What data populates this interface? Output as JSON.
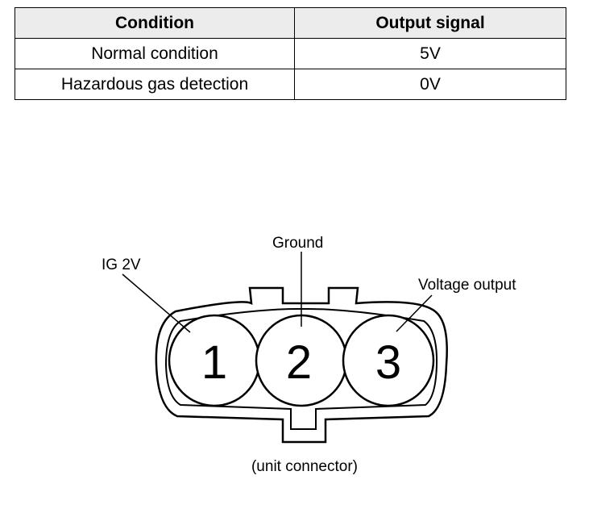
{
  "table": {
    "headers": [
      "Condition",
      "Output signal"
    ],
    "rows": [
      {
        "condition": "Normal condition",
        "signal": "5V"
      },
      {
        "condition": "Hazardous gas detection",
        "signal": "0V"
      }
    ]
  },
  "connector": {
    "pins": [
      {
        "number": "1",
        "label": "IG 2V"
      },
      {
        "number": "2",
        "label": "Ground"
      },
      {
        "number": "3",
        "label": "Voltage output"
      }
    ],
    "caption": "(unit connector)"
  }
}
